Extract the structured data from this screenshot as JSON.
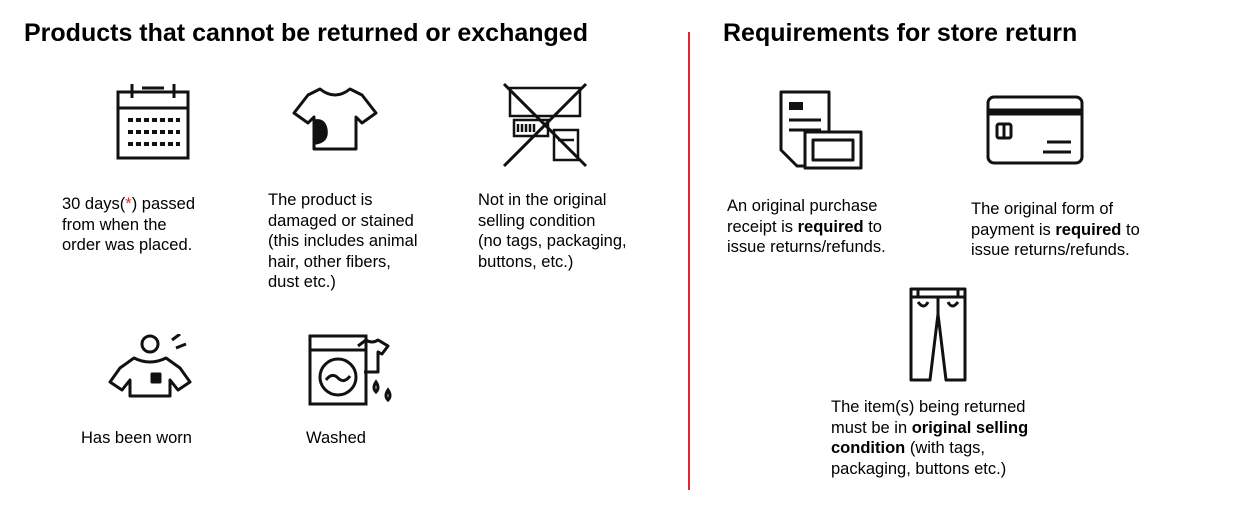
{
  "left": {
    "title": "Products that cannot be returned or exchanged",
    "items": [
      {
        "icon": "calendar-icon",
        "text_parts": [
          "30 days(",
          "*",
          ") passed\nfrom when the\norder was placed."
        ]
      },
      {
        "icon": "stained-shirt-icon",
        "text": "The product is\ndamaged or stained\n(this includes animal\nhair, other fibers,\ndust etc.)"
      },
      {
        "icon": "no-tags-packaging-icon",
        "text": "Not in the original\nselling condition\n(no tags, packaging,\nbuttons, etc.)"
      },
      {
        "icon": "worn-shirt-person-icon",
        "text": "Has been worn"
      },
      {
        "icon": "washing-machine-icon",
        "text": "Washed"
      }
    ]
  },
  "right": {
    "title": "Requirements for store return",
    "items": [
      {
        "icon": "receipt-icon",
        "pre": "An original purchase\nreceipt is ",
        "bold": "required",
        "post": " to\nissue returns/refunds."
      },
      {
        "icon": "credit-card-icon",
        "pre": "The original form of\npayment is ",
        "bold": "required",
        "post": " to\nissue returns/refunds."
      },
      {
        "icon": "pants-icon",
        "pre": "The item(s) being returned\nmust be in ",
        "bold": "original selling\ncondition",
        "post": " (with tags,\npackaging, buttons etc.)"
      }
    ]
  },
  "colors": {
    "accent": "#e0292f",
    "text": "#000000"
  }
}
